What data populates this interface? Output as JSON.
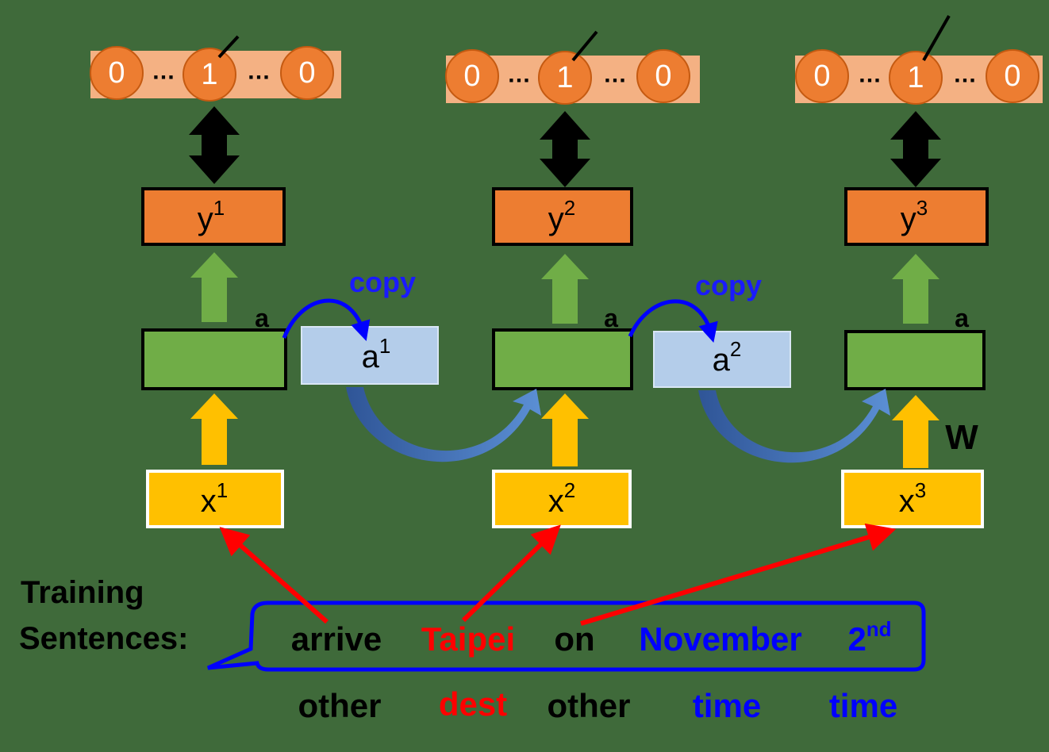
{
  "steps": [
    {
      "onehot": [
        "0",
        "1",
        "0"
      ],
      "dots": "…",
      "output": {
        "base": "y",
        "sup": "1"
      },
      "hidden_label": "a",
      "input": {
        "base": "x",
        "sup": "1"
      }
    },
    {
      "onehot": [
        "0",
        "1",
        "0"
      ],
      "dots": "…",
      "output": {
        "base": "y",
        "sup": "2"
      },
      "hidden_label": "a",
      "input": {
        "base": "x",
        "sup": "2"
      }
    },
    {
      "onehot": [
        "0",
        "1",
        "0"
      ],
      "dots": "…",
      "output": {
        "base": "y",
        "sup": "3"
      },
      "hidden_label": "a",
      "input": {
        "base": "x",
        "sup": "3"
      }
    }
  ],
  "memory": [
    {
      "base": "a",
      "sup": "1",
      "copy_label": "copy"
    },
    {
      "base": "a",
      "sup": "2",
      "copy_label": "copy"
    }
  ],
  "weight_label": "W",
  "training": {
    "label_line1": "Training",
    "label_line2": "Sentences:",
    "words": [
      {
        "text": "arrive",
        "color": "#000000"
      },
      {
        "text": "Taipei",
        "color": "#ff0000"
      },
      {
        "text": "on",
        "color": "#000000"
      },
      {
        "text": "November",
        "color": "#0000ff"
      },
      {
        "text": "2",
        "sup": "nd",
        "color": "#0000ff"
      }
    ],
    "slots": [
      {
        "text": "other",
        "color": "#000000"
      },
      {
        "text": "dest",
        "color": "#ff0000"
      },
      {
        "text": "other",
        "color": "#000000"
      },
      {
        "text": "time",
        "color": "#0000ff"
      },
      {
        "text": "time",
        "color": "#0000ff"
      }
    ]
  },
  "colors": {
    "onehot_bar": "#f4b183",
    "onehot_circle": "#ed7d31",
    "output_box": "#ed7d31",
    "hidden_box": "#70ad47",
    "memory_box": "#b4cdea",
    "input_box": "#ffc000",
    "up_arrow_green": "#70ad47",
    "up_arrow_yellow": "#ffc000",
    "red_arrow": "#ff0000",
    "copy_arrow": "#0000ff",
    "recurrent_arrow": "#3f6fb5"
  }
}
